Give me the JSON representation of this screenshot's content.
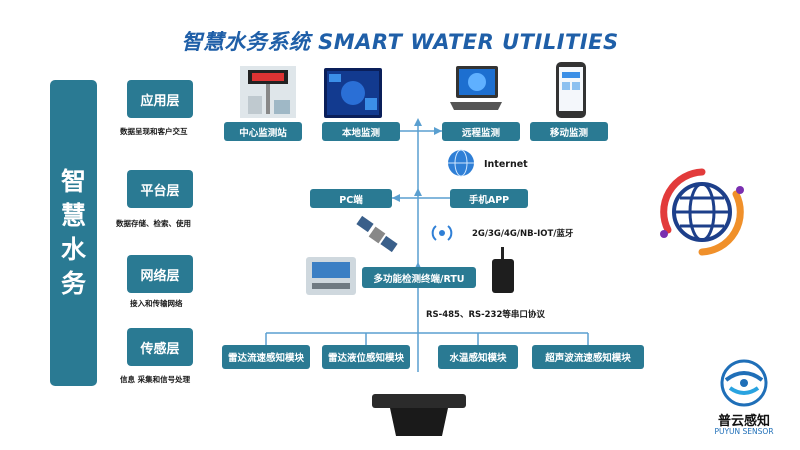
{
  "title": "智慧水务系统  SMART WATER UTILITIES",
  "side_title": [
    "智",
    "慧",
    "水",
    "务"
  ],
  "layers": [
    {
      "name": "应用层",
      "desc": "数据呈现和客户交互"
    },
    {
      "name": "平台层",
      "desc": "数据存储、检索、使用"
    },
    {
      "name": "网络层",
      "desc": "接入和传输网络"
    },
    {
      "name": "传感层",
      "desc": "信息 采集和信号处理"
    }
  ],
  "apps": [
    "中心监测站",
    "本地监测",
    "远程监测",
    "移动监测"
  ],
  "platform": {
    "pc": "PC端",
    "mobile_app": "手机APP",
    "internet": "Internet"
  },
  "network": {
    "rtu": "多功能检测终端/RTU",
    "wireless": "2G/3G/4G/NB-IOT/蓝牙",
    "serial": "RS-485、RS-232等串口协议"
  },
  "sensors": [
    "雷达流速感知模块",
    "雷达液位感知模块",
    "水温感知模块",
    "超声波流速感知模块"
  ],
  "brand": {
    "cn": "普云感知",
    "en": "PUYUN  SENSOR"
  },
  "colors": {
    "accent": "#2a7a93",
    "title": "#1f5fa8"
  }
}
